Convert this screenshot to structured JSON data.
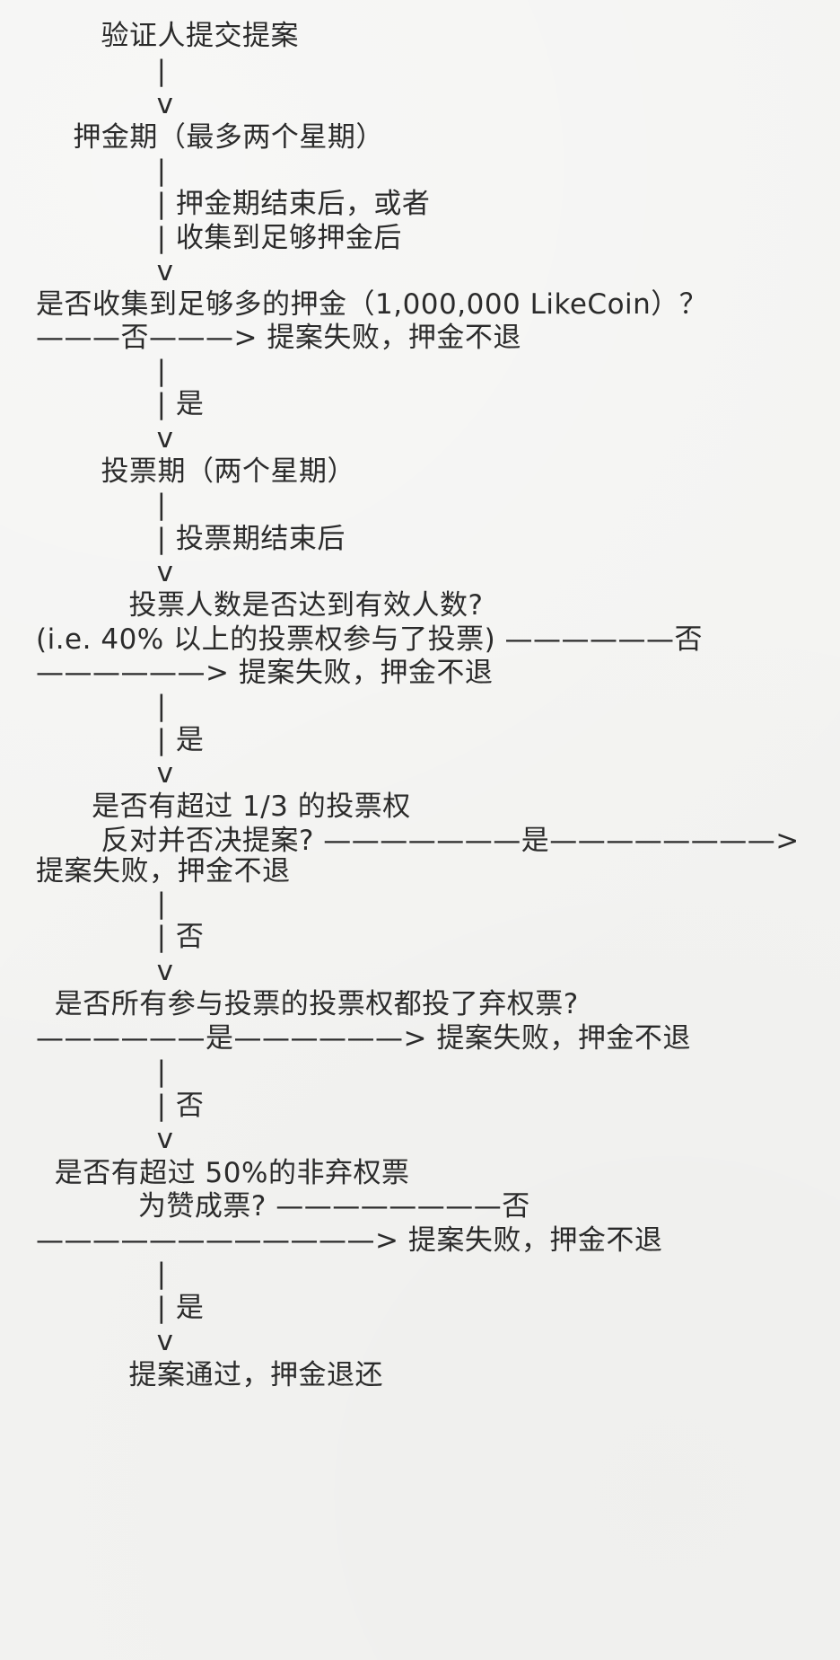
{
  "flow": {
    "lines": [
      "       验证人提交提案",
      "             |",
      "             v",
      "    押金期（最多两个星期）",
      "             |",
      "             | 押金期结束后，或者",
      "             | 收集到足够押金后",
      "             v",
      "是否收集到足够多的押金（1,000,000 LikeCoin）？",
      "———否———> 提案失败，押金不退",
      "             |",
      "             | 是",
      "             v",
      "       投票期（两个星期）",
      "             |",
      "             | 投票期结束后",
      "             v",
      "          投票人数是否达到有效人数?",
      "(i.e. 40% 以上的投票权参与了投票) ——————否",
      "——————> 提案失败，押金不退",
      "             |",
      "             | 是",
      "             v",
      "      是否有超过 1/3 的投票权",
      "       反对并否决提案? ———————是————————>",
      "提案失败，押金不退",
      "             |",
      "             | 否",
      "             v",
      "  是否所有参与投票的投票权都投了弃权票?",
      "——————是——————> 提案失败，押金不退",
      "             |",
      "             | 否",
      "             v",
      "  是否有超过 50%的非弃权票",
      "           为赞成票? ————————否",
      "————————————> 提案失败，押金不退",
      "             |",
      "             | 是",
      "             v",
      "          提案通过，押金退还"
    ]
  }
}
